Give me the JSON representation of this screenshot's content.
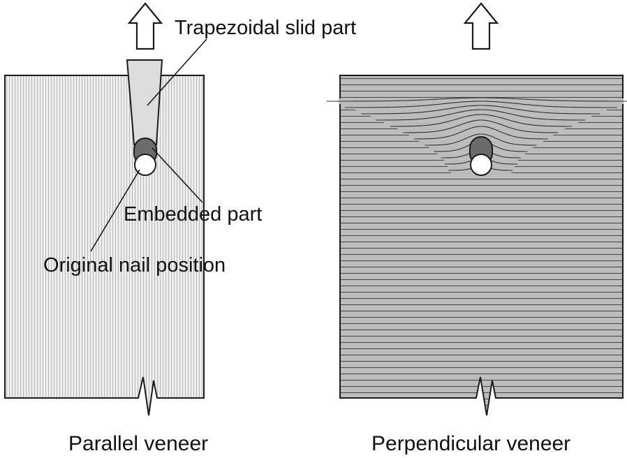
{
  "labels": {
    "trapezoidal": "Trapezoidal slid part",
    "embedded": "Embedded part",
    "original_nail": "Original nail position"
  },
  "captions": {
    "left": "Parallel veneer",
    "right": "Perpendicular veneer"
  },
  "colors": {
    "panel_left_fill": "#eeeeee",
    "panel_right_fill": "#bdbdbd",
    "grain_left": "#b0b0b0",
    "grain_right": "#4a4a4a",
    "embedded_fill": "#6b6b6b",
    "outline": "#1a1a1a"
  },
  "icons": {
    "pull_arrow": "up-arrow-outline-icon"
  }
}
